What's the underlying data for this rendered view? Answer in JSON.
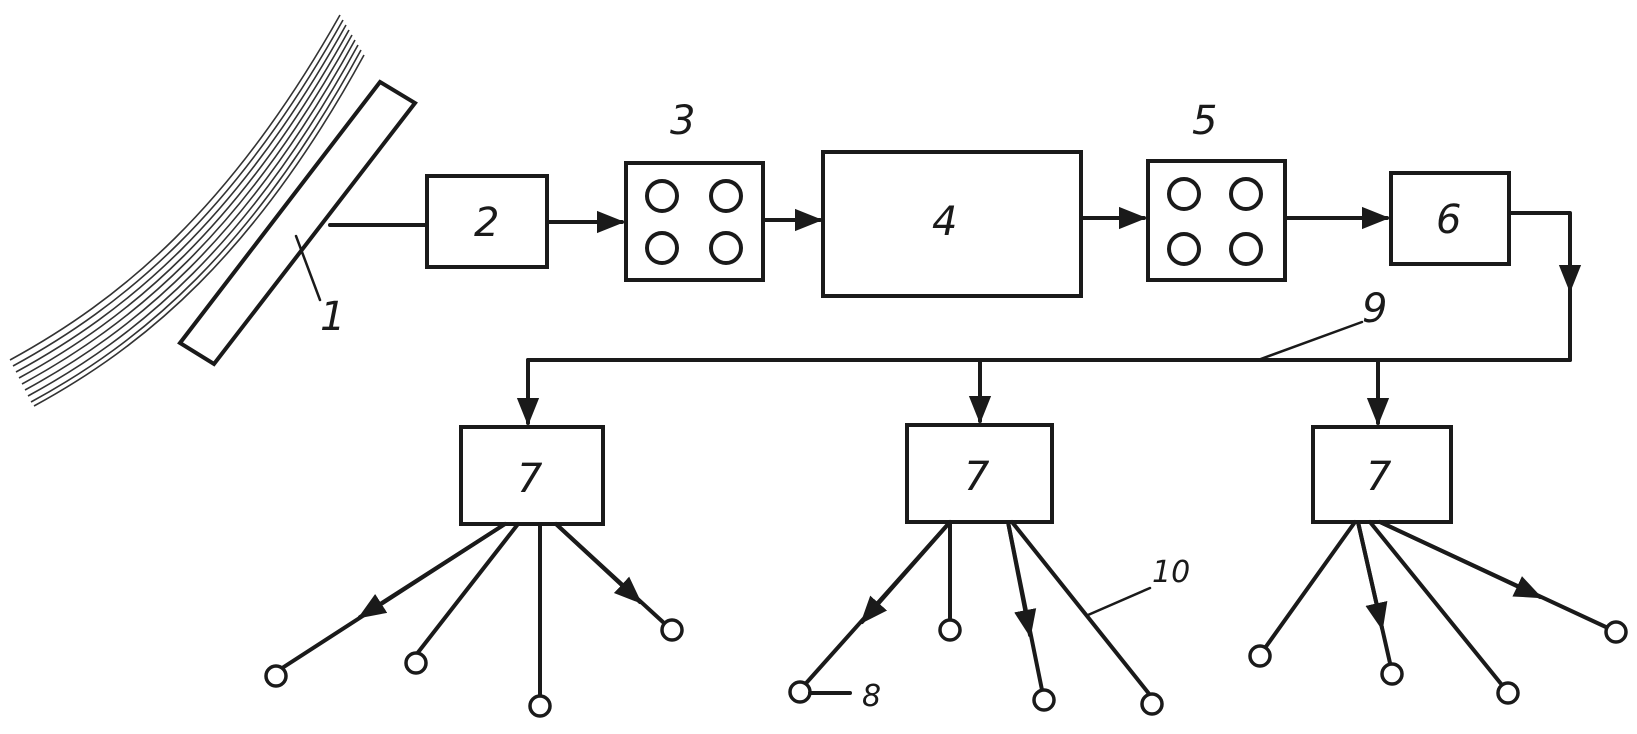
{
  "labels": {
    "sensor": "1",
    "b2": "2",
    "b3": "3",
    "b4": "4",
    "b5": "5",
    "b6": "6",
    "b7a": "7",
    "b7b": "7",
    "b7c": "7",
    "terminal": "8",
    "bus": "9",
    "line": "10"
  },
  "colors": {
    "ink": "#1a1a1a",
    "background": "#ffffff"
  }
}
